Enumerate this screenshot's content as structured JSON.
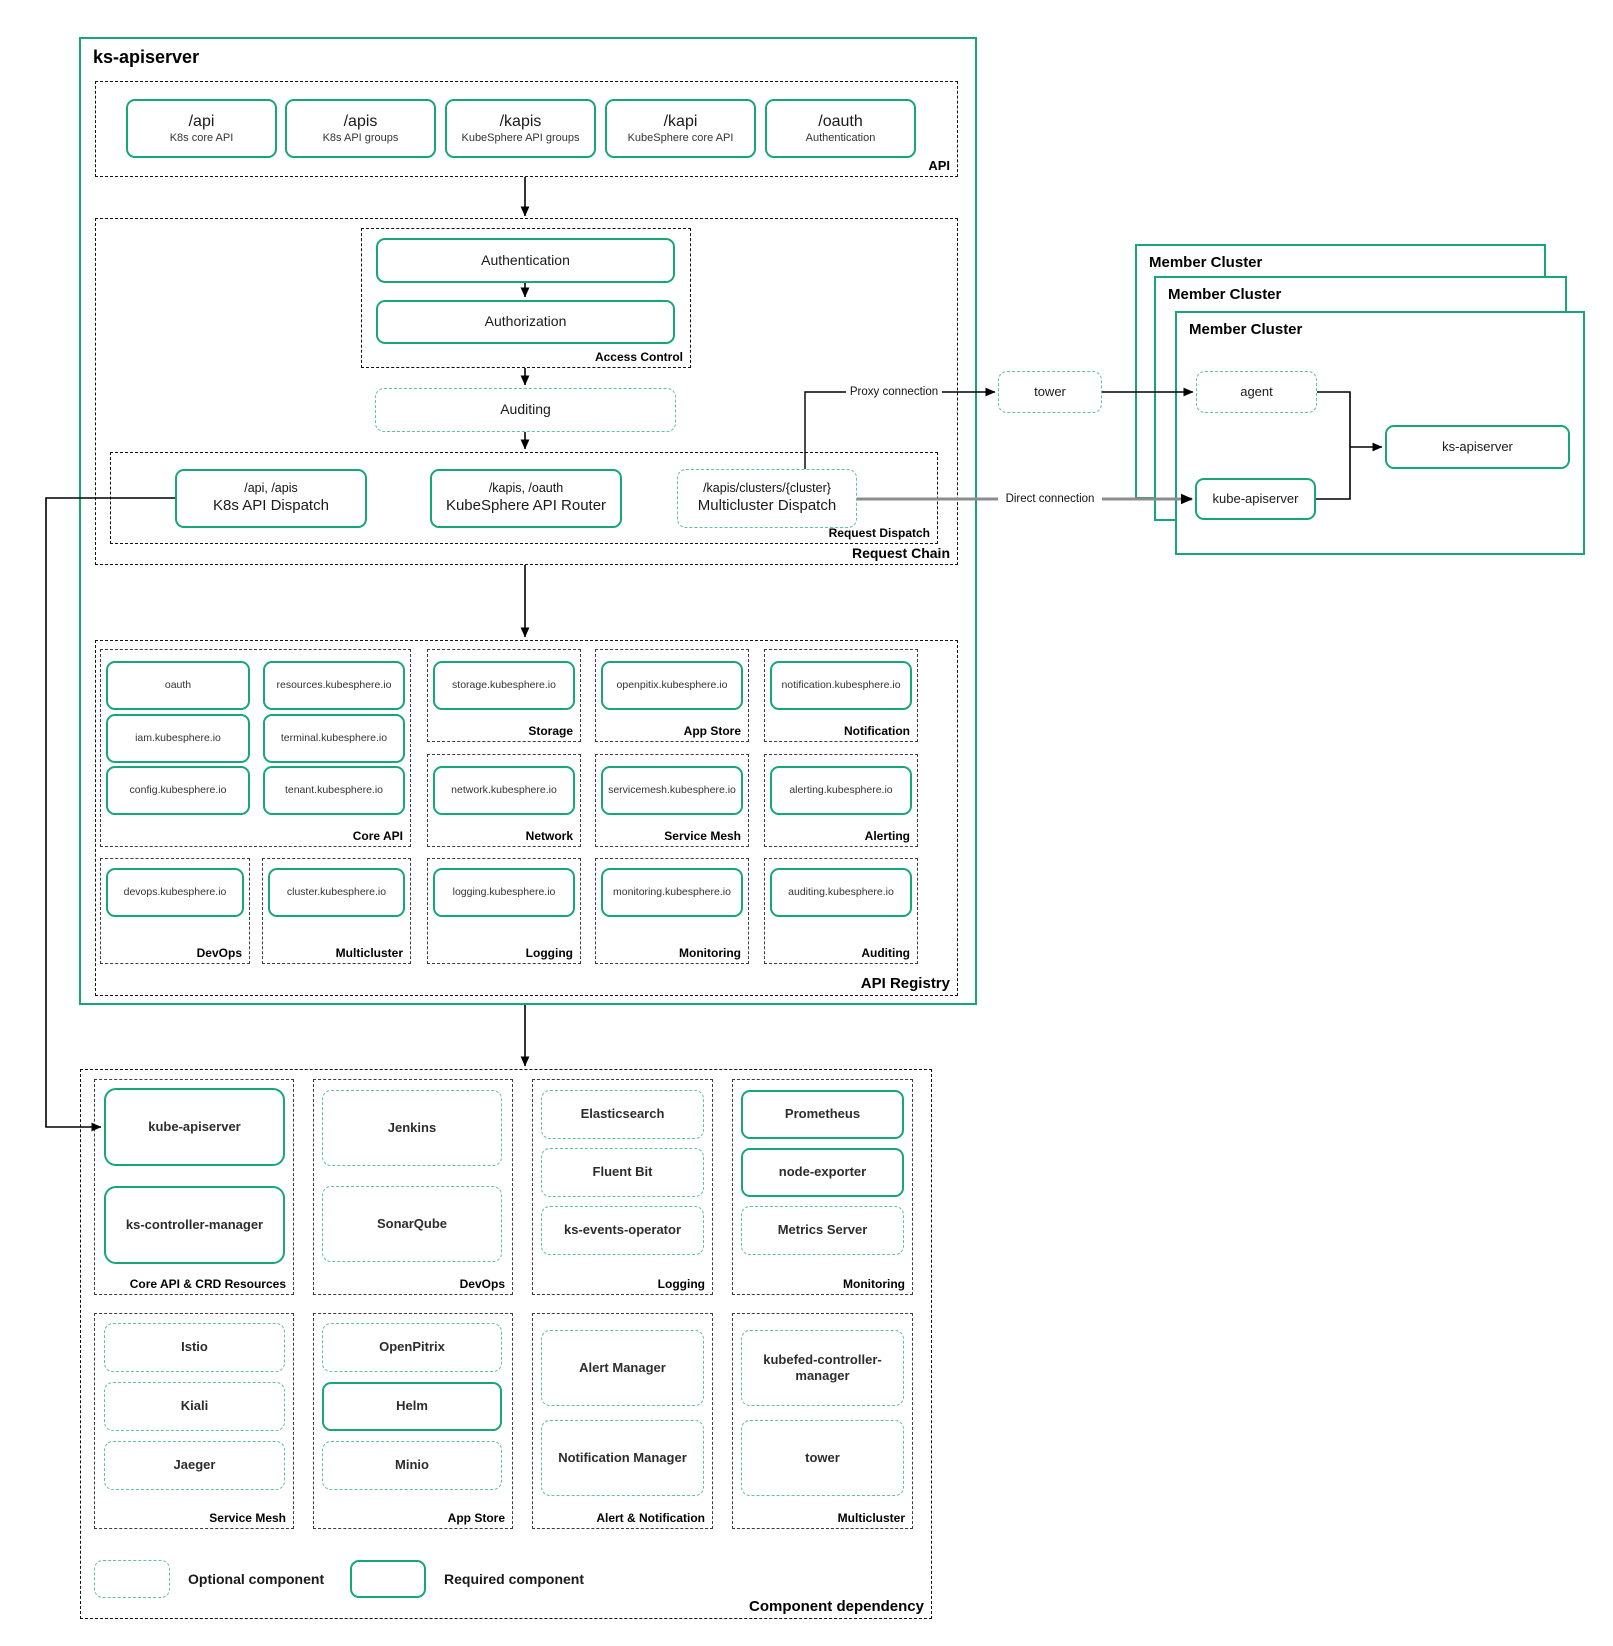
{
  "colors": {
    "required_green": "#17a678",
    "optional_green": "#5cc2a0",
    "direct_line_gray": "#8c8c8c",
    "text_dark": "#1a1a1a"
  },
  "main": {
    "title": "ks-apiserver",
    "api": {
      "label": "API",
      "boxes": [
        {
          "path": "/api",
          "desc": "K8s core API"
        },
        {
          "path": "/apis",
          "desc": "K8s API groups"
        },
        {
          "path": "/kapis",
          "desc": "KubeSphere API groups"
        },
        {
          "path": "/kapi",
          "desc": "KubeSphere core API"
        },
        {
          "path": "/oauth",
          "desc": "Authentication"
        }
      ]
    },
    "request_chain": {
      "label": "Request Chain",
      "access_control": {
        "label": "Access Control",
        "items": [
          "Authentication",
          "Authorization"
        ]
      },
      "auditing": "Auditing",
      "dispatch": {
        "label": "Request Dispatch",
        "items": [
          {
            "sub": "/api, /apis",
            "title": "K8s API Dispatch"
          },
          {
            "sub": "/kapis, /oauth",
            "title": "KubeSphere API Router"
          },
          {
            "sub": "/kapis/clusters/{cluster}",
            "title": "Multicluster Dispatch"
          }
        ]
      }
    },
    "registry": {
      "label": "API Registry",
      "groups": [
        {
          "label": "Core API",
          "items": [
            "oauth",
            "resources.kubesphere.io",
            "iam.kubesphere.io",
            "terminal.kubesphere.io",
            "config.kubesphere.io",
            "tenant.kubesphere.io"
          ]
        },
        {
          "label": "Storage",
          "items": [
            "storage.kubesphere.io"
          ]
        },
        {
          "label": "App Store",
          "items": [
            "openpitix.kubesphere.io"
          ]
        },
        {
          "label": "Notification",
          "items": [
            "notification.kubesphere.io"
          ]
        },
        {
          "label": "Network",
          "items": [
            "network.kubesphere.io"
          ]
        },
        {
          "label": "Service Mesh",
          "items": [
            "servicemesh.kubesphere.io"
          ]
        },
        {
          "label": "Alerting",
          "items": [
            "alerting.kubesphere.io"
          ]
        },
        {
          "label": "DevOps",
          "items": [
            "devops.kubesphere.io"
          ]
        },
        {
          "label": "Multicluster",
          "items": [
            "cluster.kubesphere.io"
          ]
        },
        {
          "label": "Logging",
          "items": [
            "logging.kubesphere.io"
          ]
        },
        {
          "label": "Monitoring",
          "items": [
            "monitoring.kubesphere.io"
          ]
        },
        {
          "label": "Auditing",
          "items": [
            "auditing.kubesphere.io"
          ]
        }
      ]
    }
  },
  "member": {
    "cluster_labels": [
      "Member Cluster",
      "Member Cluster",
      "Member Cluster"
    ],
    "tower": "tower",
    "agent": "agent",
    "kube_apiserver": "kube-apiserver",
    "ks_apiserver": "ks-apiserver",
    "proxy_label": "Proxy connection",
    "direct_label": "Direct connection"
  },
  "components": {
    "label": "Component dependency",
    "groups": [
      {
        "label": "Core API & CRD Resources",
        "items": [
          {
            "name": "kube-apiserver",
            "required": true
          },
          {
            "name": "ks-controller-manager",
            "required": true
          }
        ]
      },
      {
        "label": "DevOps",
        "items": [
          {
            "name": "Jenkins",
            "required": false
          },
          {
            "name": "SonarQube",
            "required": false
          }
        ]
      },
      {
        "label": "Logging",
        "items": [
          {
            "name": "Elasticsearch",
            "required": false
          },
          {
            "name": "Fluent Bit",
            "required": false
          },
          {
            "name": "ks-events-operator",
            "required": false
          }
        ]
      },
      {
        "label": "Monitoring",
        "items": [
          {
            "name": "Prometheus",
            "required": true
          },
          {
            "name": "node-exporter",
            "required": true
          },
          {
            "name": "Metrics Server",
            "required": false
          }
        ]
      },
      {
        "label": "Service Mesh",
        "items": [
          {
            "name": "Istio",
            "required": false
          },
          {
            "name": "Kiali",
            "required": false
          },
          {
            "name": "Jaeger",
            "required": false
          }
        ]
      },
      {
        "label": "App Store",
        "items": [
          {
            "name": "OpenPitrix",
            "required": false
          },
          {
            "name": "Helm",
            "required": true
          },
          {
            "name": "Minio",
            "required": false
          }
        ]
      },
      {
        "label": "Alert & Notification",
        "items": [
          {
            "name": "Alert Manager",
            "required": false
          },
          {
            "name": "Notification Manager",
            "required": false
          }
        ]
      },
      {
        "label": "Multicluster",
        "items": [
          {
            "name": "kubefed-controller-manager",
            "required": false
          },
          {
            "name": "tower",
            "required": false
          }
        ]
      }
    ],
    "legend": {
      "optional": "Optional component",
      "required": "Required component"
    }
  }
}
